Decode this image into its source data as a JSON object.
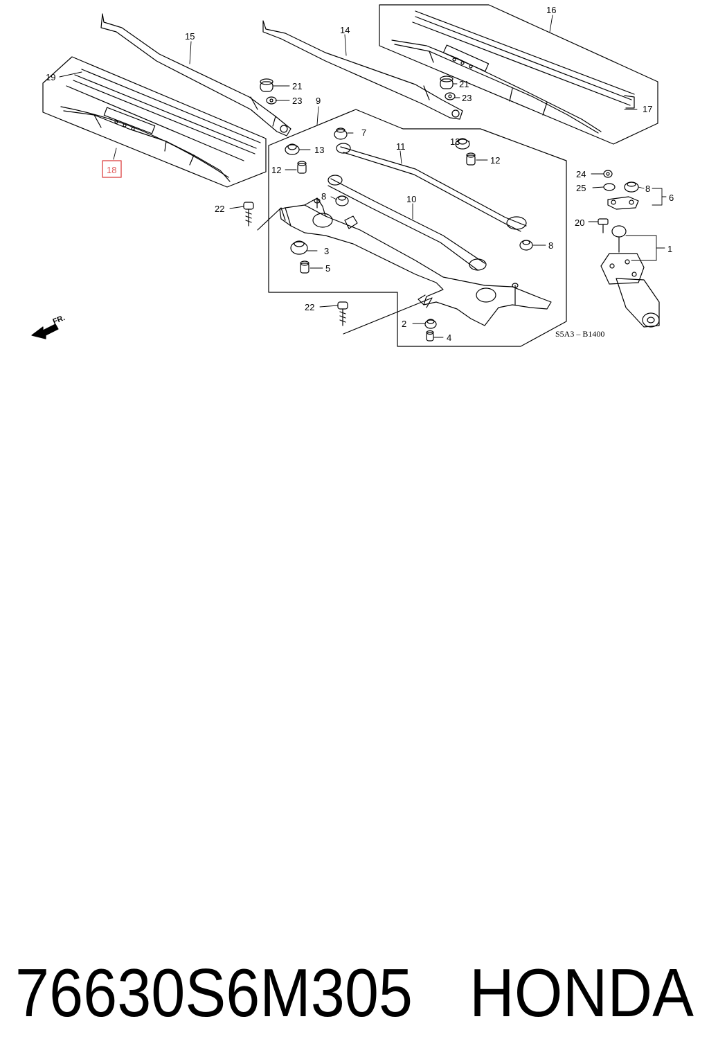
{
  "diagram": {
    "callouts": {
      "c1": "1",
      "c2": "2",
      "c3": "3",
      "c4": "4",
      "c5": "5",
      "c6": "6",
      "c7": "7",
      "c8a": "8",
      "c8b": "8",
      "c8c": "8",
      "c9": "9",
      "c10": "10",
      "c11": "11",
      "c12a": "12",
      "c12b": "12",
      "c13a": "13",
      "c13b": "13",
      "c14": "14",
      "c15": "15",
      "c16": "16",
      "c17": "17",
      "c18": "18",
      "c19": "19",
      "c20": "20",
      "c21a": "21",
      "c21b": "21",
      "c22a": "22",
      "c22b": "22",
      "c23a": "23",
      "c23b": "23",
      "c24": "24",
      "c25": "25"
    },
    "highlighted_part": "18",
    "highlight_color": "#e05a5a",
    "direction_label": "FR.",
    "diagram_code": "S5A3 – B1400"
  },
  "caption": {
    "part_number": "76630S6M305",
    "brand": "HONDA"
  }
}
